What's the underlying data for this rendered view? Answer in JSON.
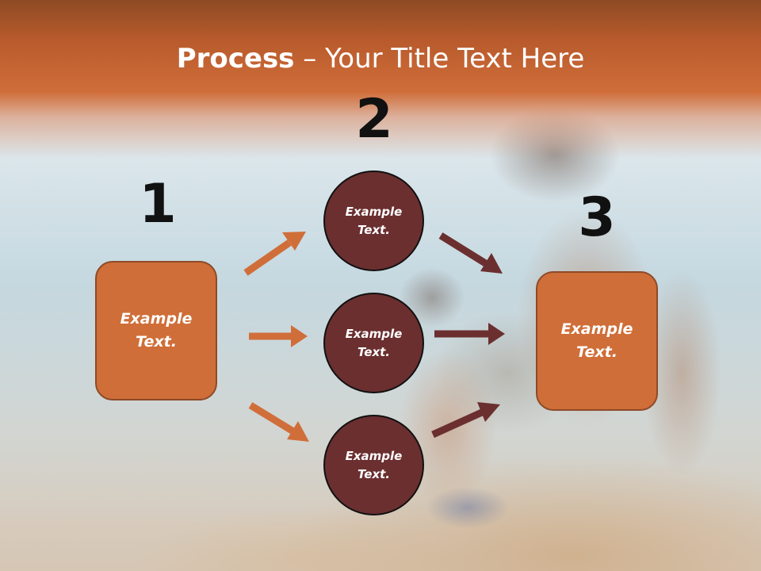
{
  "slide": {
    "title_bold": "Process",
    "title_rest": " – Your Title Text Here",
    "steps": [
      {
        "number": "1",
        "label": "Example\nText."
      },
      {
        "number": "2",
        "items": [
          {
            "label": "Example\nText."
          },
          {
            "label": "Example\nText."
          },
          {
            "label": "Example\nText."
          }
        ]
      },
      {
        "number": "3",
        "label": "Example\nText."
      }
    ]
  },
  "colors": {
    "header": "#c8642f",
    "box_fill": "#cf6e38",
    "circle_fill": "#6b2f30",
    "arrow_left": "#d06e3a",
    "arrow_right": "#6b2f30"
  }
}
